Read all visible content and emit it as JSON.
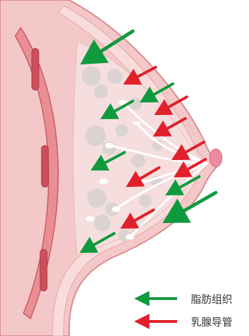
{
  "colors": {
    "fat_arrow": "#109a3e",
    "duct_arrow": "#e0202a",
    "skin": "#f4c8c8",
    "skin_edge": "#d98c8c",
    "muscle": "#e98f93",
    "muscle_dark": "#c95a62",
    "rib": "#cc4f5a",
    "gland": "#f6dede",
    "lobule": "#d9d2d2",
    "duct": "#ffffff",
    "nipple": "#ee8aa4"
  },
  "legend": [
    {
      "key": "fat",
      "label": "脂肪组织",
      "color": "#109a3e"
    },
    {
      "key": "duct",
      "label": "乳腺导管",
      "color": "#e0202a"
    }
  ],
  "arrows": [
    {
      "kind": "fat",
      "tip": [
        116,
        93
      ],
      "tail": [
        192,
        45
      ],
      "head": "large"
    },
    {
      "kind": "duct",
      "tip": [
        178,
        122
      ],
      "tail": [
        225,
        97
      ],
      "head": "medium"
    },
    {
      "kind": "fat",
      "tip": [
        202,
        148
      ],
      "tail": [
        250,
        121
      ],
      "head": "medium"
    },
    {
      "kind": "fat",
      "tip": [
        145,
        172
      ],
      "tail": [
        192,
        146
      ],
      "head": "medium"
    },
    {
      "kind": "duct",
      "tip": [
        223,
        166
      ],
      "tail": [
        270,
        140
      ],
      "head": "medium"
    },
    {
      "kind": "duct",
      "tip": [
        221,
        197
      ],
      "tail": [
        268,
        171
      ],
      "head": "medium"
    },
    {
      "kind": "duct",
      "tip": [
        248,
        231
      ],
      "tail": [
        295,
        205
      ],
      "head": "medium"
    },
    {
      "kind": "fat",
      "tip": [
        131,
        246
      ],
      "tail": [
        180,
        220
      ],
      "head": "medium"
    },
    {
      "kind": "duct",
      "tip": [
        251,
        256
      ],
      "tail": [
        297,
        230
      ],
      "head": "medium"
    },
    {
      "kind": "duct",
      "tip": [
        182,
        270
      ],
      "tail": [
        230,
        242
      ],
      "head": "medium"
    },
    {
      "kind": "fat",
      "tip": [
        239,
        282
      ],
      "tail": [
        288,
        255
      ],
      "head": "medium"
    },
    {
      "kind": "fat",
      "tip": [
        235,
        322
      ],
      "tail": [
        312,
        278
      ],
      "head": "large"
    },
    {
      "kind": "duct",
      "tip": [
        174,
        330
      ],
      "tail": [
        222,
        303
      ],
      "head": "medium"
    },
    {
      "kind": "fat",
      "tip": [
        115,
        365
      ],
      "tail": [
        165,
        337
      ],
      "head": "medium"
    }
  ]
}
